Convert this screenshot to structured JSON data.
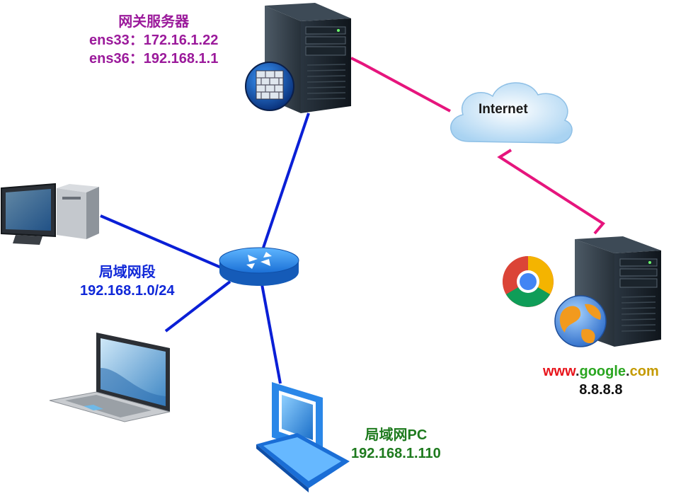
{
  "gateway": {
    "title": "网关服务器",
    "ens33": "ens33：172.16.1.22",
    "ens36": "ens36：192.168.1.1"
  },
  "cloud": {
    "label": "Internet"
  },
  "lan": {
    "title": "局域网段",
    "subnet": "192.168.1.0/24"
  },
  "lan_pc": {
    "title": "局域网PC",
    "ip": "192.168.1.110"
  },
  "remote": {
    "domain_parts": [
      {
        "text": "www",
        "color": "#e8141b"
      },
      {
        "text": ".",
        "color": "#333333"
      },
      {
        "text": "google",
        "color": "#2aa620"
      },
      {
        "text": ".",
        "color": "#333333"
      },
      {
        "text": "com",
        "color": "#c49a00"
      }
    ],
    "ip": "8.8.8.8"
  },
  "colors": {
    "lan_link": "#0a1fd6",
    "wan_link": "#e6157d"
  },
  "icons": [
    "firewall-icon",
    "server-icon",
    "router-icon",
    "desktop-pc-icon",
    "laptop-icon",
    "cloud-icon",
    "chrome-icon",
    "globe-icon"
  ]
}
